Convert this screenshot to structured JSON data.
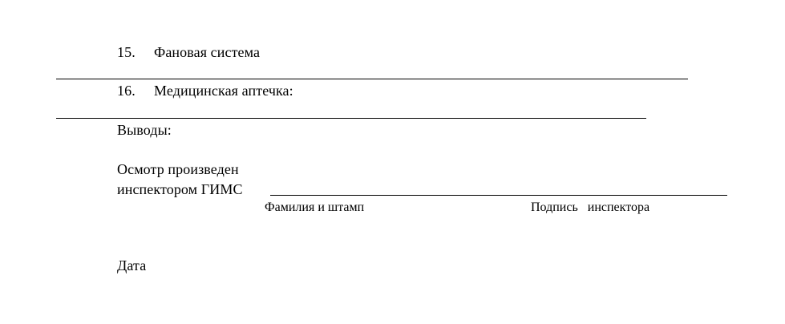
{
  "form": {
    "item15": {
      "number": "15.",
      "label": "Фановая система"
    },
    "item16": {
      "number": "16.",
      "label": "Медицинская аптечка:"
    },
    "conclusions_label": "Выводы:",
    "inspection_line1": "Осмотр произведен",
    "inspection_line2": "инспектором ГИМС",
    "caption_name": "Фамилия и штамп",
    "caption_signature": "Подпись   инспектора",
    "date_label": "Дата"
  }
}
